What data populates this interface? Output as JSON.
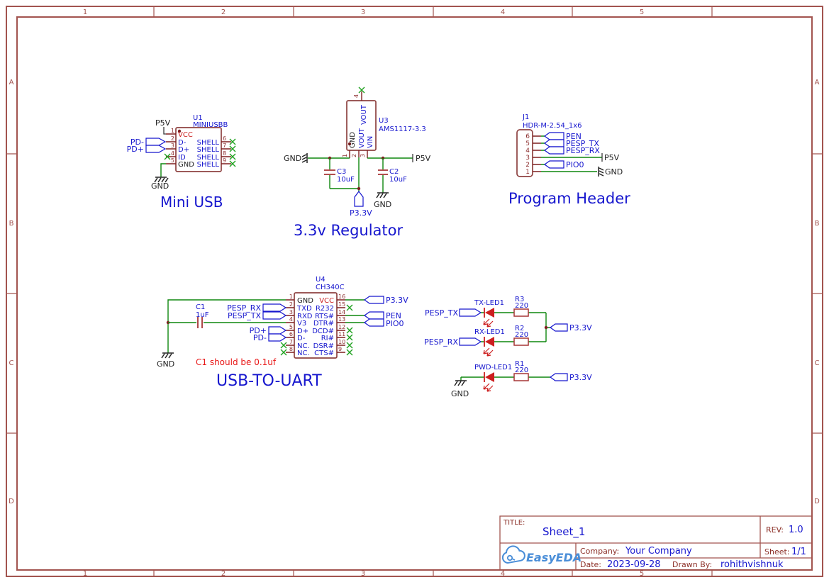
{
  "colors": {
    "wire_green": "#0E870E",
    "no_connect_green": "#1FA11F",
    "component_outline": "#8E4241",
    "pin_dark_red": "#7E1F1F",
    "symbol_red": "#A63535",
    "led_red": "#CC1F1F",
    "net_blue": "#1616CE",
    "text_black": "#1d1d1d",
    "frame_maroon": "#A2544F",
    "titleblock_label_maroon": "#8C3028",
    "annotation_red": "#E81515",
    "logo_blue": "#4A8ED8"
  },
  "frame": {
    "cols": [
      "1",
      "2",
      "3",
      "4",
      "5"
    ],
    "rows": [
      "A",
      "B",
      "C",
      "D"
    ]
  },
  "mini_usb": {
    "title": "Mini USB",
    "refdes": "U1",
    "part": "MINIUSBB",
    "p5v": "P5V",
    "pd_minus": "PD-",
    "pd_plus": "PD+",
    "gnd": "GND",
    "pins_left": [
      {
        "n": "1",
        "name": "VCC"
      },
      {
        "n": "2",
        "name": "D-"
      },
      {
        "n": "3",
        "name": "D+"
      },
      {
        "n": "4",
        "name": "ID"
      },
      {
        "n": "5",
        "name": "GND"
      }
    ],
    "pins_right": [
      {
        "n": "6",
        "name": "SHELL"
      },
      {
        "n": "7",
        "name": "SHELL"
      },
      {
        "n": "8",
        "name": "SHELL"
      },
      {
        "n": "9",
        "name": "SHELL"
      }
    ]
  },
  "regulator": {
    "title": "3.3v Regulator",
    "refdes": "U3",
    "part": "AMS1117-3.3",
    "pin_top_num": "4",
    "pin_top_name": "VOUT",
    "pins_bottom": [
      {
        "n": "1",
        "name": "GND"
      },
      {
        "n": "2",
        "name": "VOUT"
      },
      {
        "n": "3",
        "name": "VIN"
      }
    ],
    "gnd_left": "GND",
    "gnd_right": "GND",
    "p5v": "P5V",
    "port_p33": "P3.3V",
    "c3_ref": "C3",
    "c3_val": "10uF",
    "c2_ref": "C2",
    "c2_val": "10uF"
  },
  "header": {
    "title": "Program Header",
    "refdes": "J1",
    "part": "HDR-M-2.54_1x6",
    "pins": [
      "6",
      "5",
      "4",
      "3",
      "2",
      "1"
    ],
    "pen": "PEN",
    "pesp_tx": "PESP_TX",
    "pesp_rx": "PESP_RX",
    "p5v": "P5V",
    "pio0": "PIO0",
    "gnd": "GND"
  },
  "uart": {
    "title": "USB-TO-UART",
    "refdes": "U4",
    "part": "CH340C",
    "note": "C1 should be 0.1uf",
    "c1_ref": "C1",
    "c1_val": "1uF",
    "gnd": "GND",
    "pins_left": [
      {
        "n": "1",
        "name": "GND"
      },
      {
        "n": "2",
        "name": "TXD"
      },
      {
        "n": "3",
        "name": "RXD"
      },
      {
        "n": "4",
        "name": "V3"
      },
      {
        "n": "5",
        "name": "D+"
      },
      {
        "n": "6",
        "name": "D-"
      },
      {
        "n": "7",
        "name": "NC."
      },
      {
        "n": "8",
        "name": "NC."
      }
    ],
    "pins_right": [
      {
        "n": "16",
        "name": "VCC"
      },
      {
        "n": "15",
        "name": "R232"
      },
      {
        "n": "14",
        "name": "RTS#"
      },
      {
        "n": "13",
        "name": "DTR#"
      },
      {
        "n": "12",
        "name": "DCD#"
      },
      {
        "n": "11",
        "name": "RI#"
      },
      {
        "n": "10",
        "name": "DSR#"
      },
      {
        "n": "9",
        "name": "CTS#"
      }
    ],
    "pesp_rx": "PESP_RX",
    "pesp_tx": "PESP_TX",
    "pd_plus": "PD+",
    "pd_minus": "PD-",
    "p33": "P3.3V",
    "pen": "PEN",
    "pio0": "PIO0"
  },
  "leds": {
    "rows": [
      {
        "net": "PESP_TX",
        "led": "TX-LED1",
        "res": "R3",
        "val": "220",
        "rail": "P3.3V"
      },
      {
        "net": "PESP_RX",
        "led": "RX-LED1",
        "res": "R2",
        "val": "220"
      },
      {
        "gnd": "GND",
        "led": "PWD-LED1",
        "res": "R1",
        "val": "220",
        "rail": "P3.3V"
      }
    ]
  },
  "title_block": {
    "title_label": "TITLE:",
    "title": "Sheet_1",
    "rev_label": "REV:",
    "rev": "1.0",
    "company_label": "Company:",
    "company": "Your Company",
    "sheet_label": "Sheet:",
    "sheet": "1/1",
    "date_label": "Date:",
    "date": "2023-09-28",
    "drawn_label": "Drawn By:",
    "drawn_by": "rohithvishnuk",
    "logo": "EasyEDA"
  }
}
